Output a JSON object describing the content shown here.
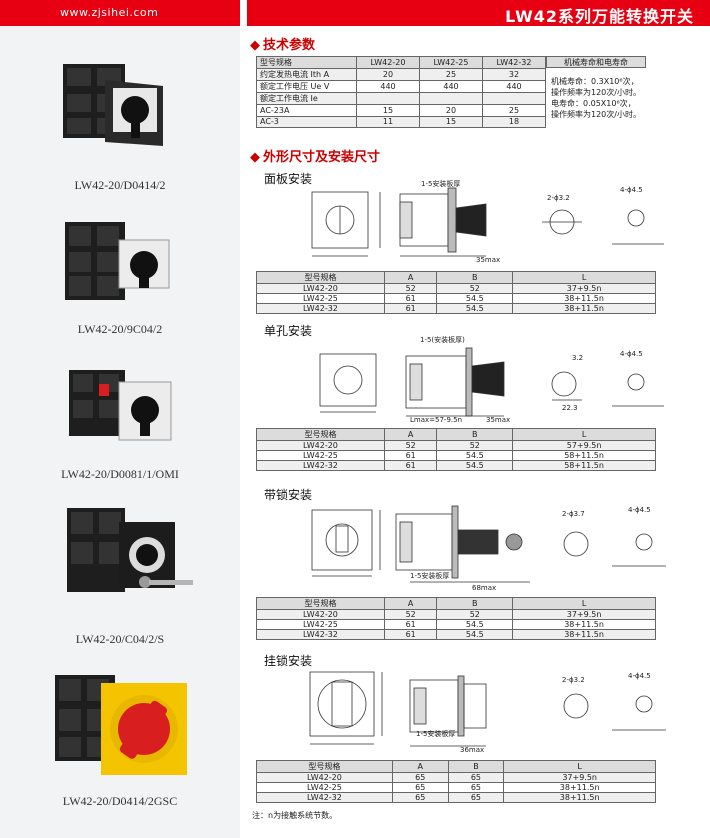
{
  "header": {
    "url": "www.zjsihei.com",
    "title": "LW42系列万能转换开关"
  },
  "products": [
    {
      "caption": "LW42-20/D0414/2"
    },
    {
      "caption": "LW42-20/9C04/2"
    },
    {
      "caption": "LW42-20/D0081/1/OMI"
    },
    {
      "caption": "LW42-20/C04/2/S"
    },
    {
      "caption": "LW42-20/D0414/2GSC"
    }
  ],
  "tech": {
    "title": "技术参数",
    "columns": [
      "型号规格",
      "LW42-20",
      "LW42-25",
      "LW42-32"
    ],
    "rows": [
      [
        "约定发热电流 Ith A",
        "20",
        "25",
        "32"
      ],
      [
        "额定工作电压 Ue V",
        "440",
        "440",
        "440"
      ],
      [
        "额定工作电流 Ie",
        "",
        "",
        ""
      ],
      [
        "AC-23A",
        "15",
        "20",
        "25"
      ],
      [
        "AC-3",
        "11",
        "15",
        "18"
      ]
    ],
    "life_header": "机械寿命和电寿命",
    "life_lines": [
      "机械寿命：0.3X10⁶次，",
      "操作频率为120次/小时。",
      "电寿命：0.05X10⁶次，",
      "操作频率为120次/小时。"
    ]
  },
  "dims": {
    "title": "外形尺寸及安装尺寸",
    "columns": [
      "型号规格",
      "A",
      "B",
      "L"
    ],
    "panel": {
      "title": "面板安装",
      "labels": {
        "plate": "1-5安装板厚",
        "max": "35max",
        "hole": "2-ϕ3.2",
        "d1": "4-ϕ4.5"
      },
      "rows": [
        [
          "LW42-20",
          "52",
          "52",
          "37+9.5n"
        ],
        [
          "LW42-25",
          "61",
          "54.5",
          "38+11.5n"
        ],
        [
          "LW42-32",
          "61",
          "54.5",
          "38+11.5n"
        ]
      ]
    },
    "single": {
      "title": "单孔安装",
      "labels": {
        "plate": "1-5(安装板厚)",
        "lmax": "Lmax=57-9.5n",
        "max": "35max",
        "d": "3.2",
        "d2": "22.3",
        "d1": "4-ϕ4.5"
      },
      "rows": [
        [
          "LW42-20",
          "52",
          "52",
          "57+9.5n"
        ],
        [
          "LW42-25",
          "61",
          "54.5",
          "58+11.5n"
        ],
        [
          "LW42-32",
          "61",
          "54.5",
          "58+11.5n"
        ]
      ]
    },
    "lock": {
      "title": "带锁安装",
      "labels": {
        "plate": "1-5安装板厚",
        "max": "68max",
        "hole": "2-ϕ3.7",
        "d1": "4-ϕ4.5"
      },
      "rows": [
        [
          "LW42-20",
          "52",
          "52",
          "37+9.5n"
        ],
        [
          "LW42-25",
          "61",
          "54.5",
          "38+11.5n"
        ],
        [
          "LW42-32",
          "61",
          "54.5",
          "38+11.5n"
        ]
      ]
    },
    "padlock": {
      "title": "挂锁安装",
      "labels": {
        "plate": "1-5安装板厚",
        "max": "36max",
        "hole": "2-ϕ3.2",
        "d1": "4-ϕ4.5"
      },
      "rows": [
        [
          "LW42-20",
          "65",
          "65",
          "37+9.5n"
        ],
        [
          "LW42-25",
          "65",
          "65",
          "38+11.5n"
        ],
        [
          "LW42-32",
          "65",
          "65",
          "38+11.5n"
        ]
      ]
    }
  },
  "note": "注：n为接触系统节数。",
  "colors": {
    "accent": "#e60012",
    "section": "#cc0000",
    "rotary_yellow": "#f5c400",
    "rotary_red": "#d81e1e"
  }
}
